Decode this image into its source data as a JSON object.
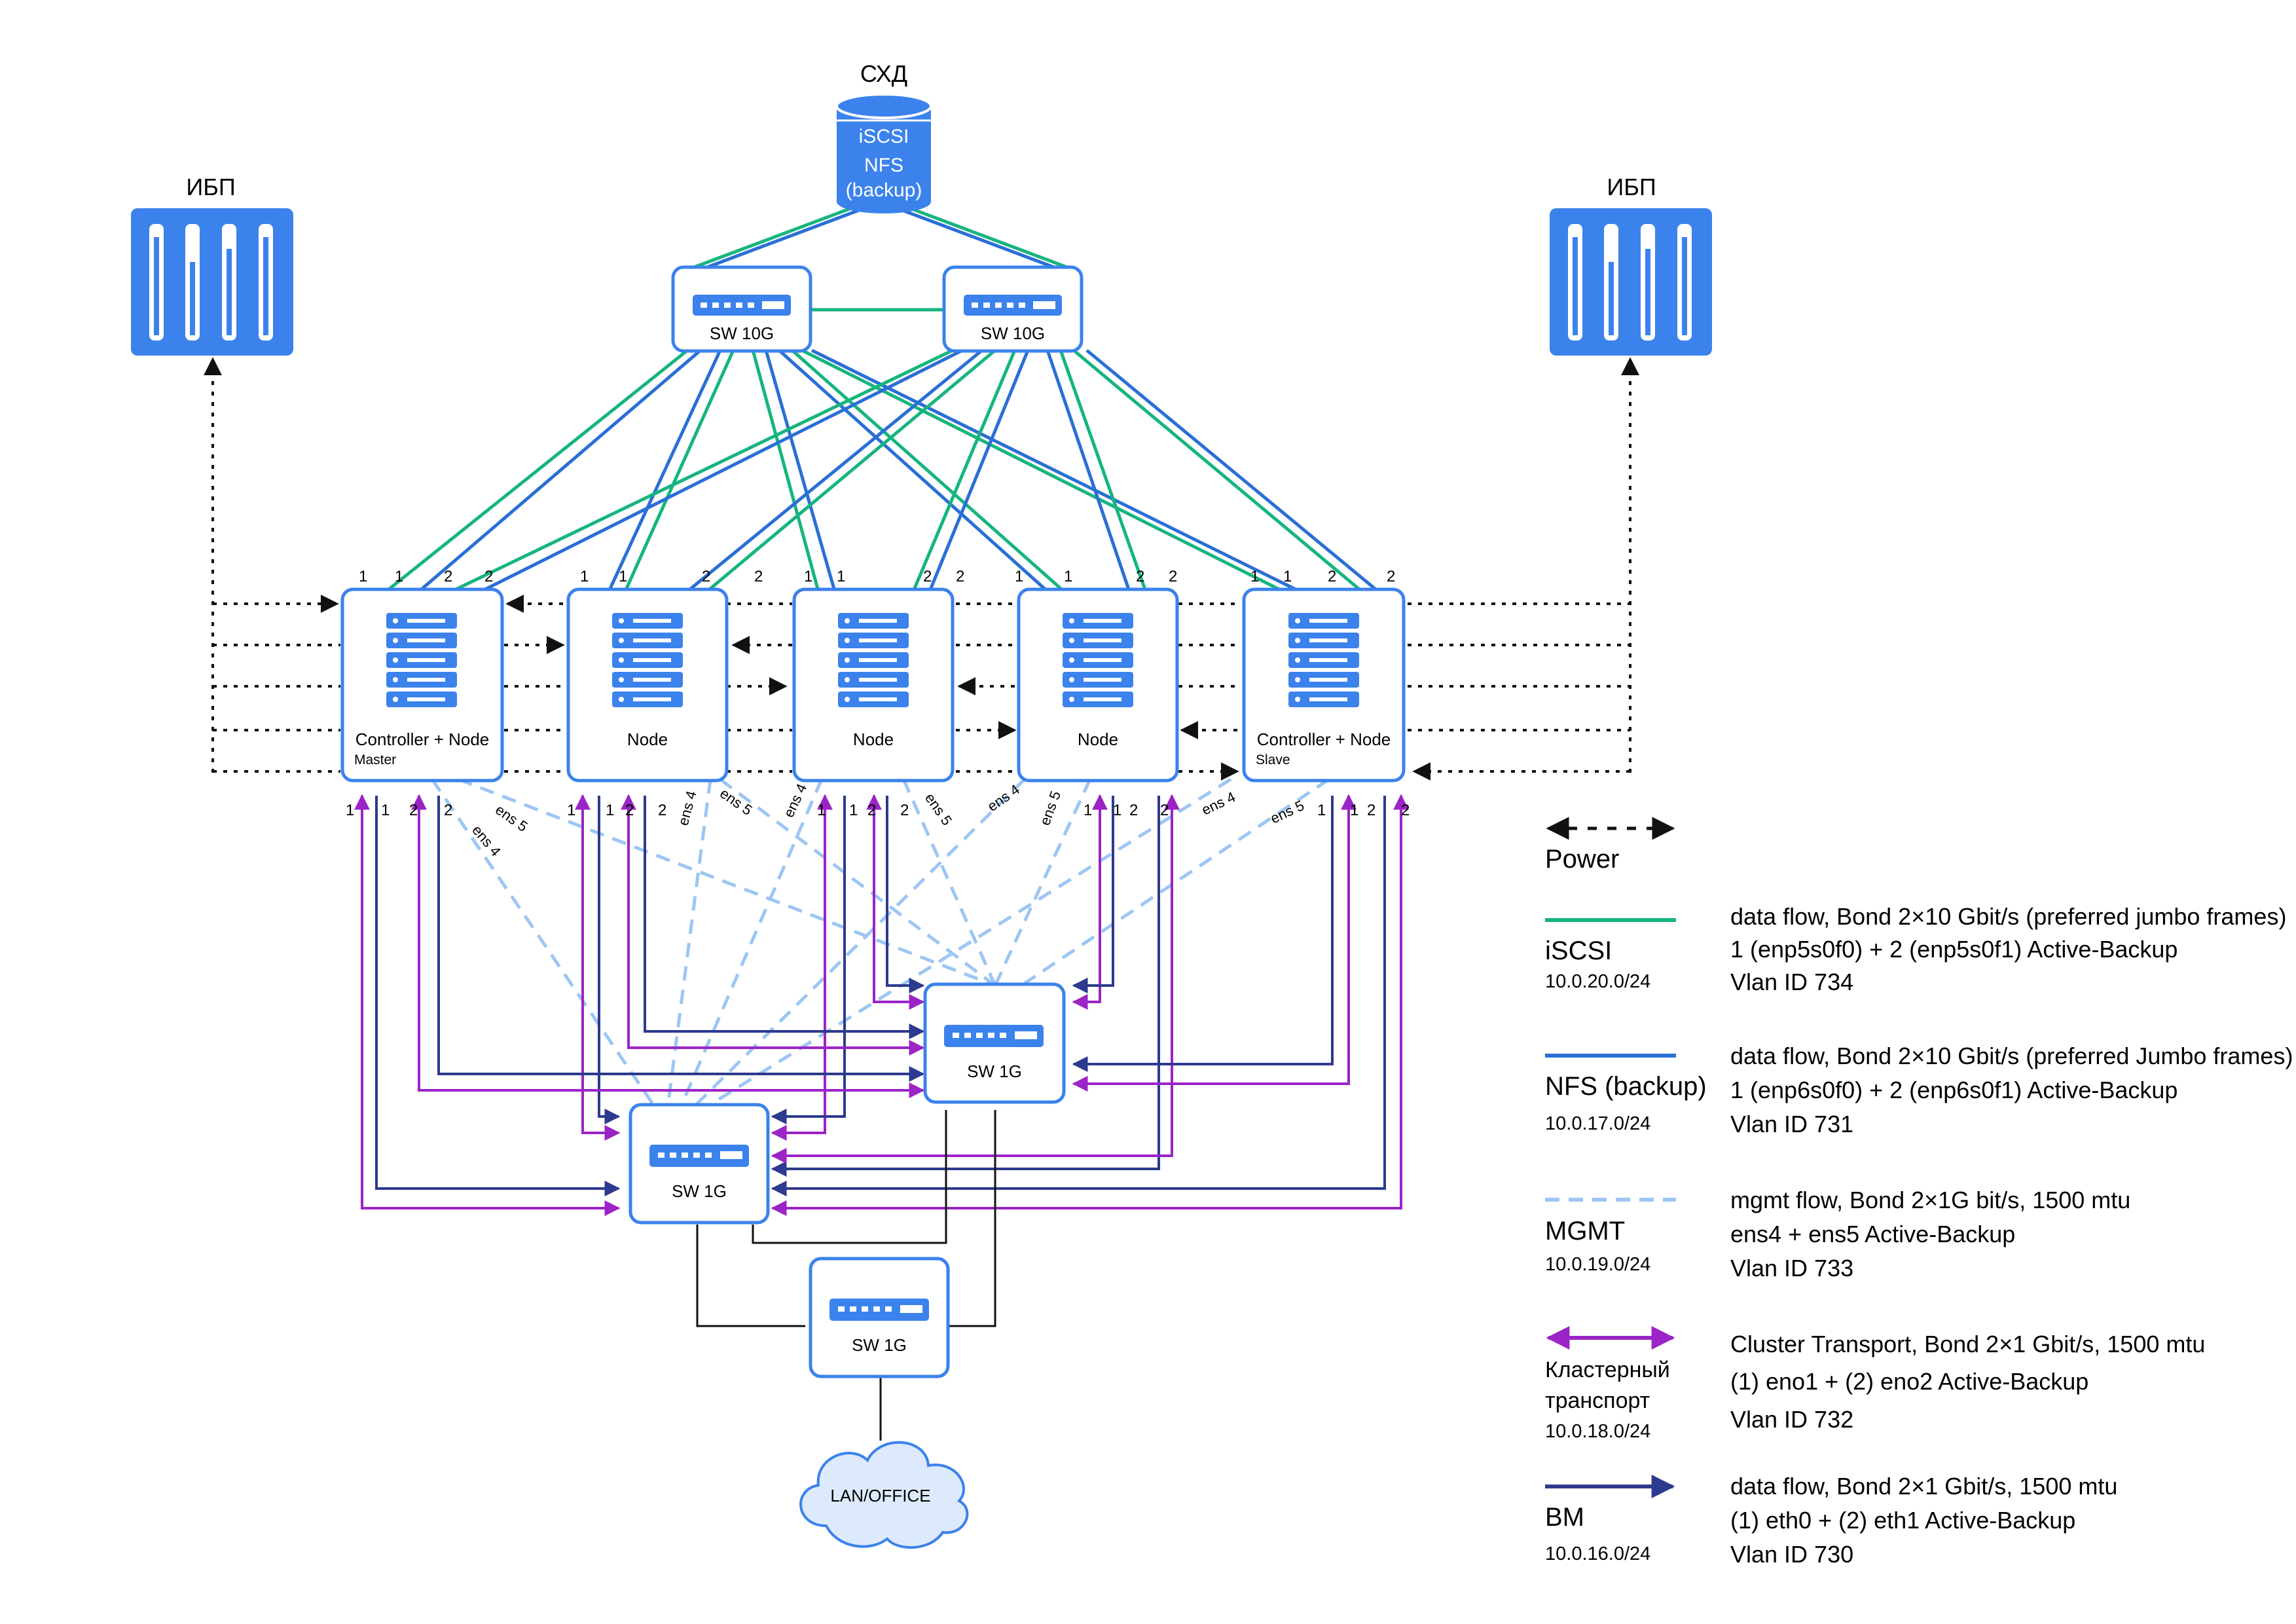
{
  "colors": {
    "blue": "#3b82ec",
    "green": "#16b57e",
    "nfs": "#2a6fd6",
    "mgmt": "#9cc6f3",
    "cluster": "#9b24c6",
    "bm": "#2d3a8e",
    "black": "#111111"
  },
  "storage": {
    "title": "СХД",
    "line1": "iSCSI",
    "line2": "NFS",
    "line3": "(backup)"
  },
  "ups": {
    "left_title": "ИБП",
    "right_title": "ИБП"
  },
  "switches": {
    "sw10g_left": "SW 10G",
    "sw10g_right": "SW 10G",
    "sw1g_right": "SW 1G",
    "sw1g_left": "SW 1G",
    "sw1g_bottom": "SW 1G"
  },
  "nodes": [
    {
      "name": "Controller + Node",
      "sub": "Master"
    },
    {
      "name": "Node",
      "sub": ""
    },
    {
      "name": "Node",
      "sub": ""
    },
    {
      "name": "Node",
      "sub": ""
    },
    {
      "name": "Controller + Node",
      "sub": "Slave"
    }
  ],
  "ports": {
    "one": "1",
    "two": "2",
    "ens4": "ens 4",
    "ens5": "ens 5"
  },
  "cloud": {
    "label": "LAN/OFFICE"
  },
  "legend": {
    "power": {
      "name": "Power"
    },
    "iscsi": {
      "name": "iSCSI",
      "net": "10.0.20.0/24",
      "desc": [
        "data flow, Bond 2×10 Gbit/s (preferred jumbo frames)",
        "1 (enp5s0f0) + 2 (enp5s0f1) Active-Backup",
        "Vlan ID 734"
      ]
    },
    "nfs": {
      "name": "NFS (backup)",
      "net": "10.0.17.0/24",
      "desc": [
        "data flow, Bond 2×10 Gbit/s (preferred Jumbo frames)",
        "1 (enp6s0f0) + 2 (enp6s0f1) Active-Backup",
        "Vlan ID 731"
      ]
    },
    "mgmt": {
      "name": "MGMT",
      "net": "10.0.19.0/24",
      "desc": [
        "mgmt flow, Bond 2×1G bit/s, 1500 mtu",
        "ens4 + ens5 Active-Backup",
        "Vlan ID 733"
      ]
    },
    "cluster": {
      "name1": "Кластерный",
      "name2": "транспорт",
      "net": "10.0.18.0/24",
      "desc": [
        "Cluster Transport, Bond 2×1 Gbit/s, 1500 mtu",
        "(1) eno1 + (2) eno2 Active-Backup",
        "Vlan ID 732"
      ]
    },
    "bm": {
      "name": "BM",
      "net": "10.0.16.0/24",
      "desc": [
        "data flow, Bond 2×1 Gbit/s, 1500 mtu",
        "(1) eth0 + (2) eth1 Active-Backup",
        "Vlan ID 730"
      ]
    }
  }
}
